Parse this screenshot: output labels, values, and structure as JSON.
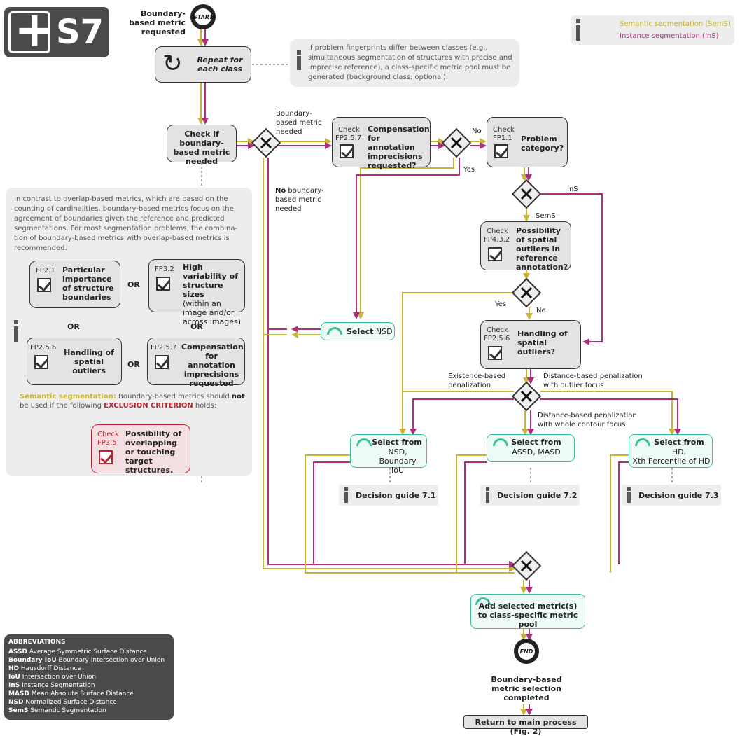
{
  "header": {
    "plus": "+",
    "code": "S7"
  },
  "start": {
    "label": "START",
    "caption": "Boundary-based metric requested"
  },
  "end": {
    "label": "END",
    "caption": "Boundary-based metric selection completed"
  },
  "legend": {
    "sem": "Semantic segmentation (SemS)",
    "ins": "Instance segmentation (InS)"
  },
  "colors": {
    "sem": "#c9b43a",
    "ins": "#ad2e7d",
    "accent": "#3cbf9a",
    "exclusion": "#c02434"
  },
  "repeat": {
    "label": "Repeat for each class"
  },
  "repeat_info": "If problem fingerprints differ between classes (e.g., simultaneous segmentation of structures with precise and imprecise reference), a class-specific metric pool must be generated  (background class: optional).",
  "check_needed": {
    "label": "Check if boundary-based metric needed"
  },
  "edge_labels": {
    "needed": "Boundary-based metric needed",
    "not_needed_bold": "No",
    "not_needed_rest": " boundary-based metric needed",
    "no": "No",
    "yes1": "Yes",
    "ins": "InS",
    "sems": "SemS",
    "yes2": "Yes",
    "no2": "No",
    "existence": "Existence-based penalization",
    "dist_outlier": "Distance-based penalization with outlier focus",
    "dist_whole": "Distance-based penalization with whole contour focus"
  },
  "check_word": "Check",
  "compensation": {
    "fp": "FP2.5.7",
    "label": "Compensation for annotation imprecisions requested?"
  },
  "problem_cat": {
    "fp": "FP1.1",
    "label": "Problem category?"
  },
  "outliers_ref": {
    "fp": "FP4.3.2",
    "label": "Possibility of spatial outliers in reference annotation?"
  },
  "handling": {
    "fp": "FP2.5.6",
    "label": "Handling of spatial outliers?"
  },
  "select_nsd": {
    "bold": "Select",
    "rest": " NSD"
  },
  "select_a": {
    "title": "Select from",
    "items": "NSD, Boundary IoU"
  },
  "select_b": {
    "title": "Select from",
    "items": "ASSD, MASD"
  },
  "select_c": {
    "title": "Select from",
    "items_1": "HD,",
    "items_2": "Xth Percentile of HD"
  },
  "guides": [
    "Decision guide 7.1",
    "Decision guide 7.2",
    "Decision guide 7.3"
  ],
  "add_pool": {
    "label": "Add selected metric(s) to class-specific metric pool"
  },
  "return": {
    "label": "Return to main process (Fig. 2)"
  },
  "side_info": {
    "intro": "In contrast to overlap-based metrics, which are based on the counting of cardinalities, boundary-based metrics focus on the agreement of boundaries given the reference and predicted segmentations. For most segmentation problems, the combina-tion of boundary-based metrics with overlap-based metrics is recommended.",
    "or": "OR",
    "fp_a": {
      "fp": "FP2.1",
      "label": "Particular importance of structure boundaries"
    },
    "fp_b": {
      "fp": "FP3.2",
      "label_bold": "High variability of structure sizes",
      "label_rest": "(within an image and/or across images)"
    },
    "fp_c": {
      "fp": "FP2.5.6",
      "label": "Handling of spatial outliers"
    },
    "fp_d": {
      "fp": "FP2.5.7",
      "label": "Compensation for annotation imprecisions requested"
    },
    "exclusion_1": "Semantic segmentation:",
    "exclusion_2": " Boundary-based metrics should ",
    "exclusion_3": "not",
    "exclusion_4": " be used if the following ",
    "exclusion_5": "EXCLUSION CRITERION",
    "exclusion_6": " holds:",
    "fp_x": {
      "fp": "FP3.5",
      "label": "Possibility of overlapping or touching target structures."
    }
  },
  "abbreviations": {
    "title": "ABBREVIATIONS",
    "items": [
      {
        "k": "ASSD",
        "v": "Average Symmetric Surface Distance"
      },
      {
        "k": "Boundary IoU",
        "v": "Boundary Intersection over Union"
      },
      {
        "k": "HD",
        "v": "Hausdorff Distance"
      },
      {
        "k": "IoU",
        "v": "Intersection over Union"
      },
      {
        "k": "InS",
        "v": "Instance Segmentation"
      },
      {
        "k": "MASD",
        "v": "Mean Absolute Surface Distance"
      },
      {
        "k": "NSD",
        "v": "Normalized Surface Distance"
      },
      {
        "k": "SemS",
        "v": "Semantic Segmentation"
      }
    ]
  }
}
